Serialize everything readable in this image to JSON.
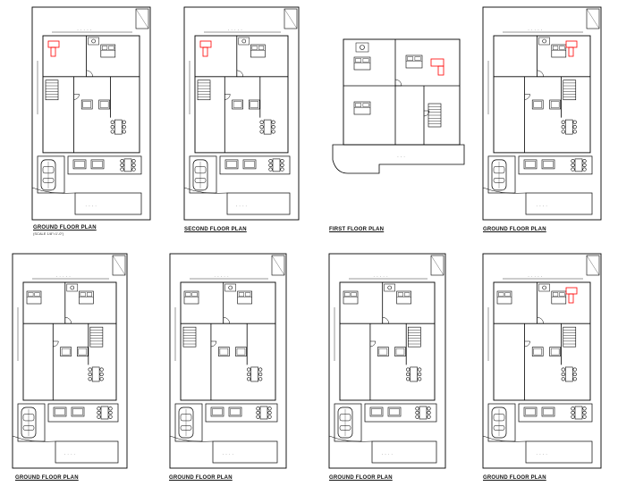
{
  "sheet": {
    "background": "#ffffff",
    "line_color": "#000000",
    "highlight_color": "#ff0000"
  },
  "plans": [
    {
      "caption": "GROUND FLOOR PLAN",
      "subcaption": "(SCALE 1/8\"=1'-0\")",
      "variant": "ground-a"
    },
    {
      "caption": "SECOND FLOOR PLAN",
      "subcaption": "",
      "variant": "second"
    },
    {
      "caption": "FIRST FLOOR PLAN",
      "subcaption": "",
      "variant": "first"
    },
    {
      "caption": "GROUND FLOOR PLAN",
      "subcaption": "",
      "variant": "ground-b"
    },
    {
      "caption": "GROUND FLOOR PLAN",
      "subcaption": "",
      "variant": "ground-c"
    },
    {
      "caption": "GROUND FLOOR PLAN",
      "subcaption": "",
      "variant": "ground-d"
    },
    {
      "caption": "GROUND FLOOR PLAN",
      "subcaption": "",
      "variant": "ground-e"
    },
    {
      "caption": "GROUND FLOOR PLAN",
      "subcaption": "",
      "variant": "ground-f"
    }
  ]
}
